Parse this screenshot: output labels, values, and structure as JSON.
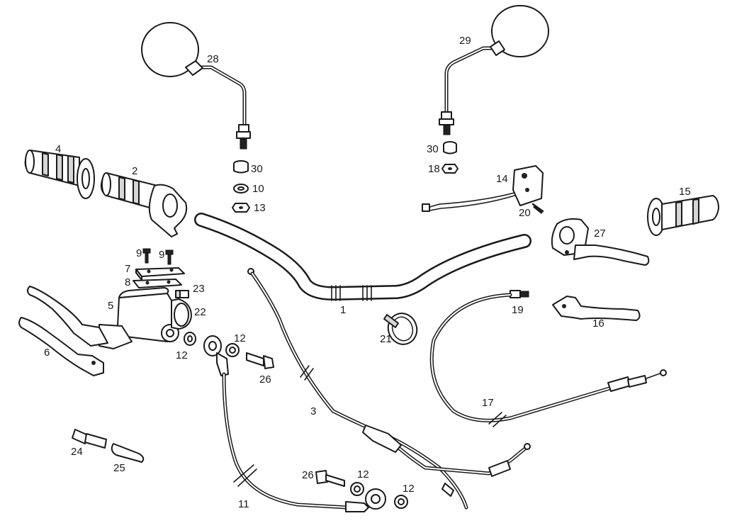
{
  "diagram": {
    "labels": {
      "p1": "1",
      "p2": "2",
      "p3": "3",
      "p4": "4",
      "p5": "5",
      "p6": "6",
      "p7": "7",
      "p8": "8",
      "p9a": "9",
      "p9b": "9",
      "p10": "10",
      "p11": "11",
      "p12a": "12",
      "p12b": "12",
      "p12c": "12",
      "p12d": "12",
      "p13": "13",
      "p14": "14",
      "p15": "15",
      "p16": "16",
      "p17": "17",
      "p18": "18",
      "p19": "19",
      "p20": "20",
      "p21": "21",
      "p22": "22",
      "p23": "23",
      "p24": "24",
      "p25": "25",
      "p26a": "26",
      "p26b": "26",
      "p27": "27",
      "p28": "28",
      "p29": "29",
      "p30a": "30",
      "p30b": "30"
    }
  }
}
